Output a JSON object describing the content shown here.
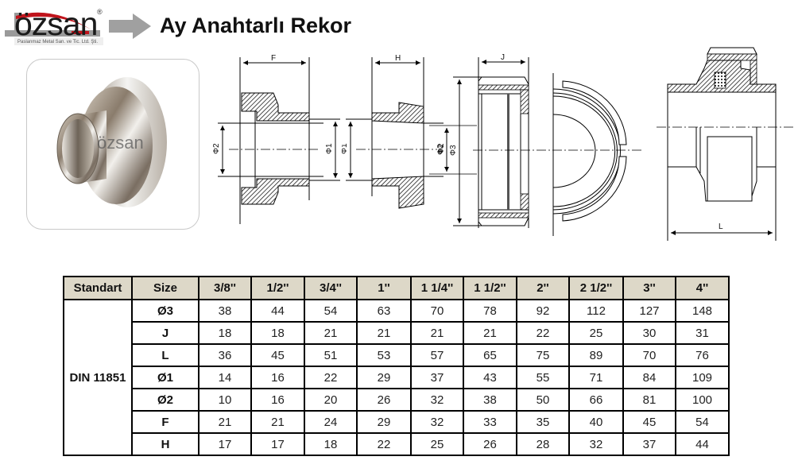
{
  "header": {
    "logo": {
      "brand": "özsan",
      "registered_mark": "®",
      "tagline": "Paslanmaz Metal San. ve Tic. Ltd. Şti."
    },
    "arrow_icon": "right-arrow-icon",
    "title": "Ay Anahtarlı Rekor"
  },
  "product_photo": {
    "watermark": "özsan",
    "subject": "stainless steel union fitting"
  },
  "drawings": {
    "labels": {
      "F": "F",
      "H": "H",
      "J": "J",
      "L": "L",
      "phi1": "Φ1",
      "phi2": "Φ2",
      "phi3": "Φ3"
    }
  },
  "table": {
    "standard_header": "Standart",
    "size_header": "Size",
    "sizes": [
      "3/8''",
      "1/2''",
      "3/4''",
      "1''",
      "1 1/4''",
      "1 1/2''",
      "2''",
      "2 1/2''",
      "3''",
      "4''"
    ],
    "standard": "DIN 11851",
    "rows": [
      {
        "param": "Ø3",
        "values": [
          38,
          44,
          54,
          63,
          70,
          78,
          92,
          112,
          127,
          148
        ]
      },
      {
        "param": "J",
        "values": [
          18,
          18,
          21,
          21,
          21,
          21,
          22,
          25,
          30,
          31
        ]
      },
      {
        "param": "L",
        "values": [
          36,
          45,
          51,
          53,
          57,
          65,
          75,
          89,
          70,
          76
        ]
      },
      {
        "param": "Ø1",
        "values": [
          14,
          16,
          22,
          29,
          37,
          43,
          55,
          71,
          84,
          109
        ]
      },
      {
        "param": "Ø2",
        "values": [
          10,
          16,
          20,
          26,
          32,
          38,
          50,
          66,
          81,
          100
        ]
      },
      {
        "param": "F",
        "values": [
          21,
          21,
          24,
          29,
          32,
          33,
          35,
          40,
          45,
          54
        ]
      },
      {
        "param": "H",
        "values": [
          17,
          17,
          18,
          22,
          25,
          26,
          28,
          32,
          37,
          44
        ]
      }
    ]
  },
  "colors": {
    "header_fill": "#ddd8c8",
    "logo_red": "#c0141c",
    "arrow_gray": "#a0a0a0"
  }
}
